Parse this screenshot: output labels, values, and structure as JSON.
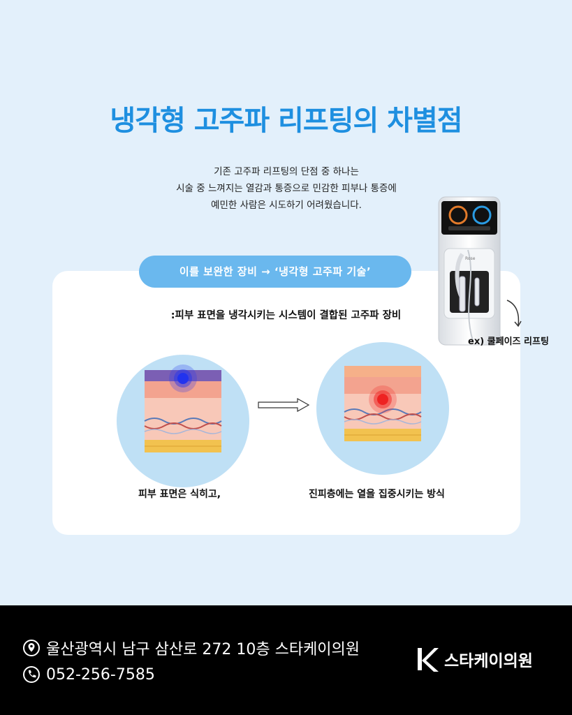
{
  "title": "냉각형 고주파 리프팅의 차별점",
  "intro": {
    "line1": "기존 고주파 리프팅의 단점 중 하나는",
    "line2": "시술 중 느껴지는 열감과 통증으로 민감한 피부나 통증에",
    "line3": "예민한 사람은 시도하기 어려웠습니다."
  },
  "pill_label": "이를 보완한 장비 →  ‘냉각형 고주파 기술’",
  "subtitle": ":피부 표면을 냉각시키는 시스템이 결합된 고주파 장비",
  "device": {
    "caption": "ex) 쿨페이즈 리프팅",
    "brand": "Rose"
  },
  "diagram": {
    "left_caption": "피부 표면은 식히고,",
    "right_caption": "진피층에는 열을 집중시키는 방식"
  },
  "colors": {
    "accent": "#1e8fe0",
    "pill": "#6ab8ee",
    "background": "#e3f0fb",
    "cool_spot": "#2233ee",
    "heat_spot": "#ee2222"
  },
  "footer": {
    "address": "울산광역시 남구 삼산로 272 10층 스타케이의원",
    "phone": "052-256-7585",
    "address_icon": "location-pin-icon",
    "phone_icon": "phone-icon",
    "logo_text": "스타케이의원"
  }
}
